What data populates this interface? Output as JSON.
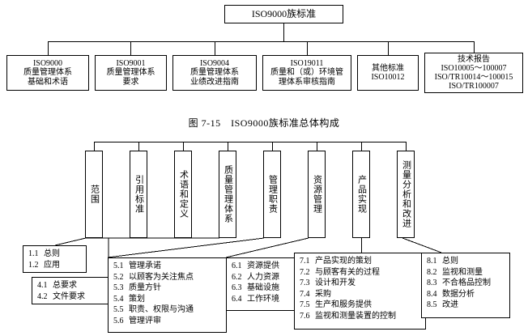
{
  "figure": {
    "caption": "图 7-15　ISO9000族标准总体构成"
  },
  "top": {
    "title": "ISO9000族标准"
  },
  "standards": [
    {
      "name": "std-iso9000",
      "lines": [
        "ISO9000",
        "质量管理体系",
        "基础和术语"
      ]
    },
    {
      "name": "std-iso9001",
      "lines": [
        "ISO9001",
        "质量管理体系",
        "要求"
      ]
    },
    {
      "name": "std-iso9004",
      "lines": [
        "ISO9004",
        "质量管理体系",
        "业绩改进指南"
      ]
    },
    {
      "name": "std-iso19011",
      "lines": [
        "ISO19011",
        "质量和（或）环境管",
        "理体系审核指南"
      ]
    },
    {
      "name": "std-other",
      "lines": [
        "其他标准",
        "ISO10012"
      ]
    },
    {
      "name": "std-tech-report",
      "lines": [
        "技术报告",
        "ISO10005～100007",
        "ISO/TR10014～100015",
        "ISO/TR100007"
      ]
    }
  ],
  "clauses": [
    {
      "name": "clause-scope",
      "label": "范围"
    },
    {
      "name": "clause-references",
      "label": "引用标准"
    },
    {
      "name": "clause-terms",
      "label": "术语和定义"
    },
    {
      "name": "clause-qms",
      "label": "质量管理体系"
    },
    {
      "name": "clause-management",
      "label": "管理职责"
    },
    {
      "name": "clause-resources",
      "label": "资源管理"
    },
    {
      "name": "clause-realization",
      "label": "产品实现"
    },
    {
      "name": "clause-measurement",
      "label": "测量分析和改进"
    }
  ],
  "details": {
    "scope": [
      {
        "num": "1.1",
        "text": "总则"
      },
      {
        "num": "1.2",
        "text": "应用"
      }
    ],
    "qms": [
      {
        "num": "4.1",
        "text": "总要求"
      },
      {
        "num": "4.2",
        "text": "文件要求"
      }
    ],
    "management": [
      {
        "num": "5.1",
        "text": "管理承诺"
      },
      {
        "num": "5.2",
        "text": "以顾客为关注焦点"
      },
      {
        "num": "5.3",
        "text": "质量方针"
      },
      {
        "num": "5.4",
        "text": "策划"
      },
      {
        "num": "5.5",
        "text": "职责、权限与沟通"
      },
      {
        "num": "5.6",
        "text": "管理评审"
      }
    ],
    "resources": [
      {
        "num": "6.1",
        "text": "资源提供"
      },
      {
        "num": "6.2",
        "text": "人力资源"
      },
      {
        "num": "6.3",
        "text": "基础设施"
      },
      {
        "num": "6.4",
        "text": "工作环境"
      }
    ],
    "realization": [
      {
        "num": "7.1",
        "text": "产品实现的策划"
      },
      {
        "num": "7.2",
        "text": "与顾客有关的过程"
      },
      {
        "num": "7.3",
        "text": "设计和开发"
      },
      {
        "num": "7.4",
        "text": "采购"
      },
      {
        "num": "7.5",
        "text": "生产和服务提供"
      },
      {
        "num": "7.6",
        "text": "监视和测量装置的控制"
      }
    ],
    "measurement": [
      {
        "num": "8.1",
        "text": "总则"
      },
      {
        "num": "8.2",
        "text": "监视和测量"
      },
      {
        "num": "8.3",
        "text": "不合格品控制"
      },
      {
        "num": "8.4",
        "text": "数据分析"
      },
      {
        "num": "8.5",
        "text": "改进"
      }
    ]
  },
  "colors": {
    "line": "#000000",
    "background": "#ffffff"
  }
}
